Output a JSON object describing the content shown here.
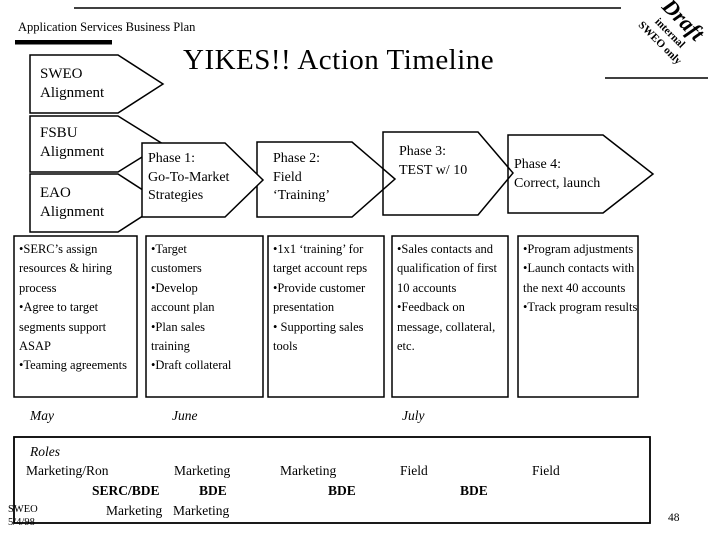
{
  "colors": {
    "ink": "#000000",
    "background": "#ffffff"
  },
  "header": {
    "breadcrumb": "Application Services Business Plan",
    "title": "YIKES!! Action Timeline",
    "draft": {
      "line1": "Draft",
      "line2": "internal",
      "line3": "SWEO only"
    }
  },
  "left_chevrons": [
    {
      "label": "SWEO\nAlignment"
    },
    {
      "label": "FSBU\nAlignment"
    },
    {
      "label": "EAO\nAlignment"
    }
  ],
  "phases": [
    {
      "label": "Phase 1:\nGo-To-Market\nStrategies"
    },
    {
      "label": "Phase 2:\nField\n‘Training’"
    },
    {
      "label": "Phase 3:\nTEST w/ 10"
    },
    {
      "label": "Phase 4:\nCorrect, launch"
    }
  ],
  "action_boxes": [
    {
      "bullets": [
        "•SERC’s assign resources & hiring process",
        "•Agree to target segments support ASAP",
        "•Teaming agreements"
      ]
    },
    {
      "bullets": [
        "•Target customers",
        "•Develop account plan",
        "•Plan sales training",
        "•Draft collateral"
      ]
    },
    {
      "bullets": [
        "•1x1 ‘training’ for target account reps",
        "•Provide customer presentation",
        "• Supporting sales tools"
      ]
    },
    {
      "bullets": [
        "•Sales contacts and qualification of first 10 accounts",
        "•Feedback on message, collateral, etc."
      ]
    },
    {
      "bullets": [
        "•Program adjustments",
        "•Launch contacts with the next 40 accounts",
        "•Track program results"
      ]
    }
  ],
  "timeline": {
    "months": [
      "May",
      "June",
      "July"
    ]
  },
  "roles": {
    "label": "Roles",
    "row1": [
      "Marketing/Ron",
      "Marketing",
      "Marketing",
      "Field",
      "Field"
    ],
    "row2": [
      "SERC/BDE",
      "BDE",
      "BDE",
      "BDE"
    ],
    "row3": [
      "Marketing",
      "Marketing"
    ]
  },
  "footer": {
    "org": "SWEO",
    "date": "5/4/98",
    "page": "48"
  }
}
